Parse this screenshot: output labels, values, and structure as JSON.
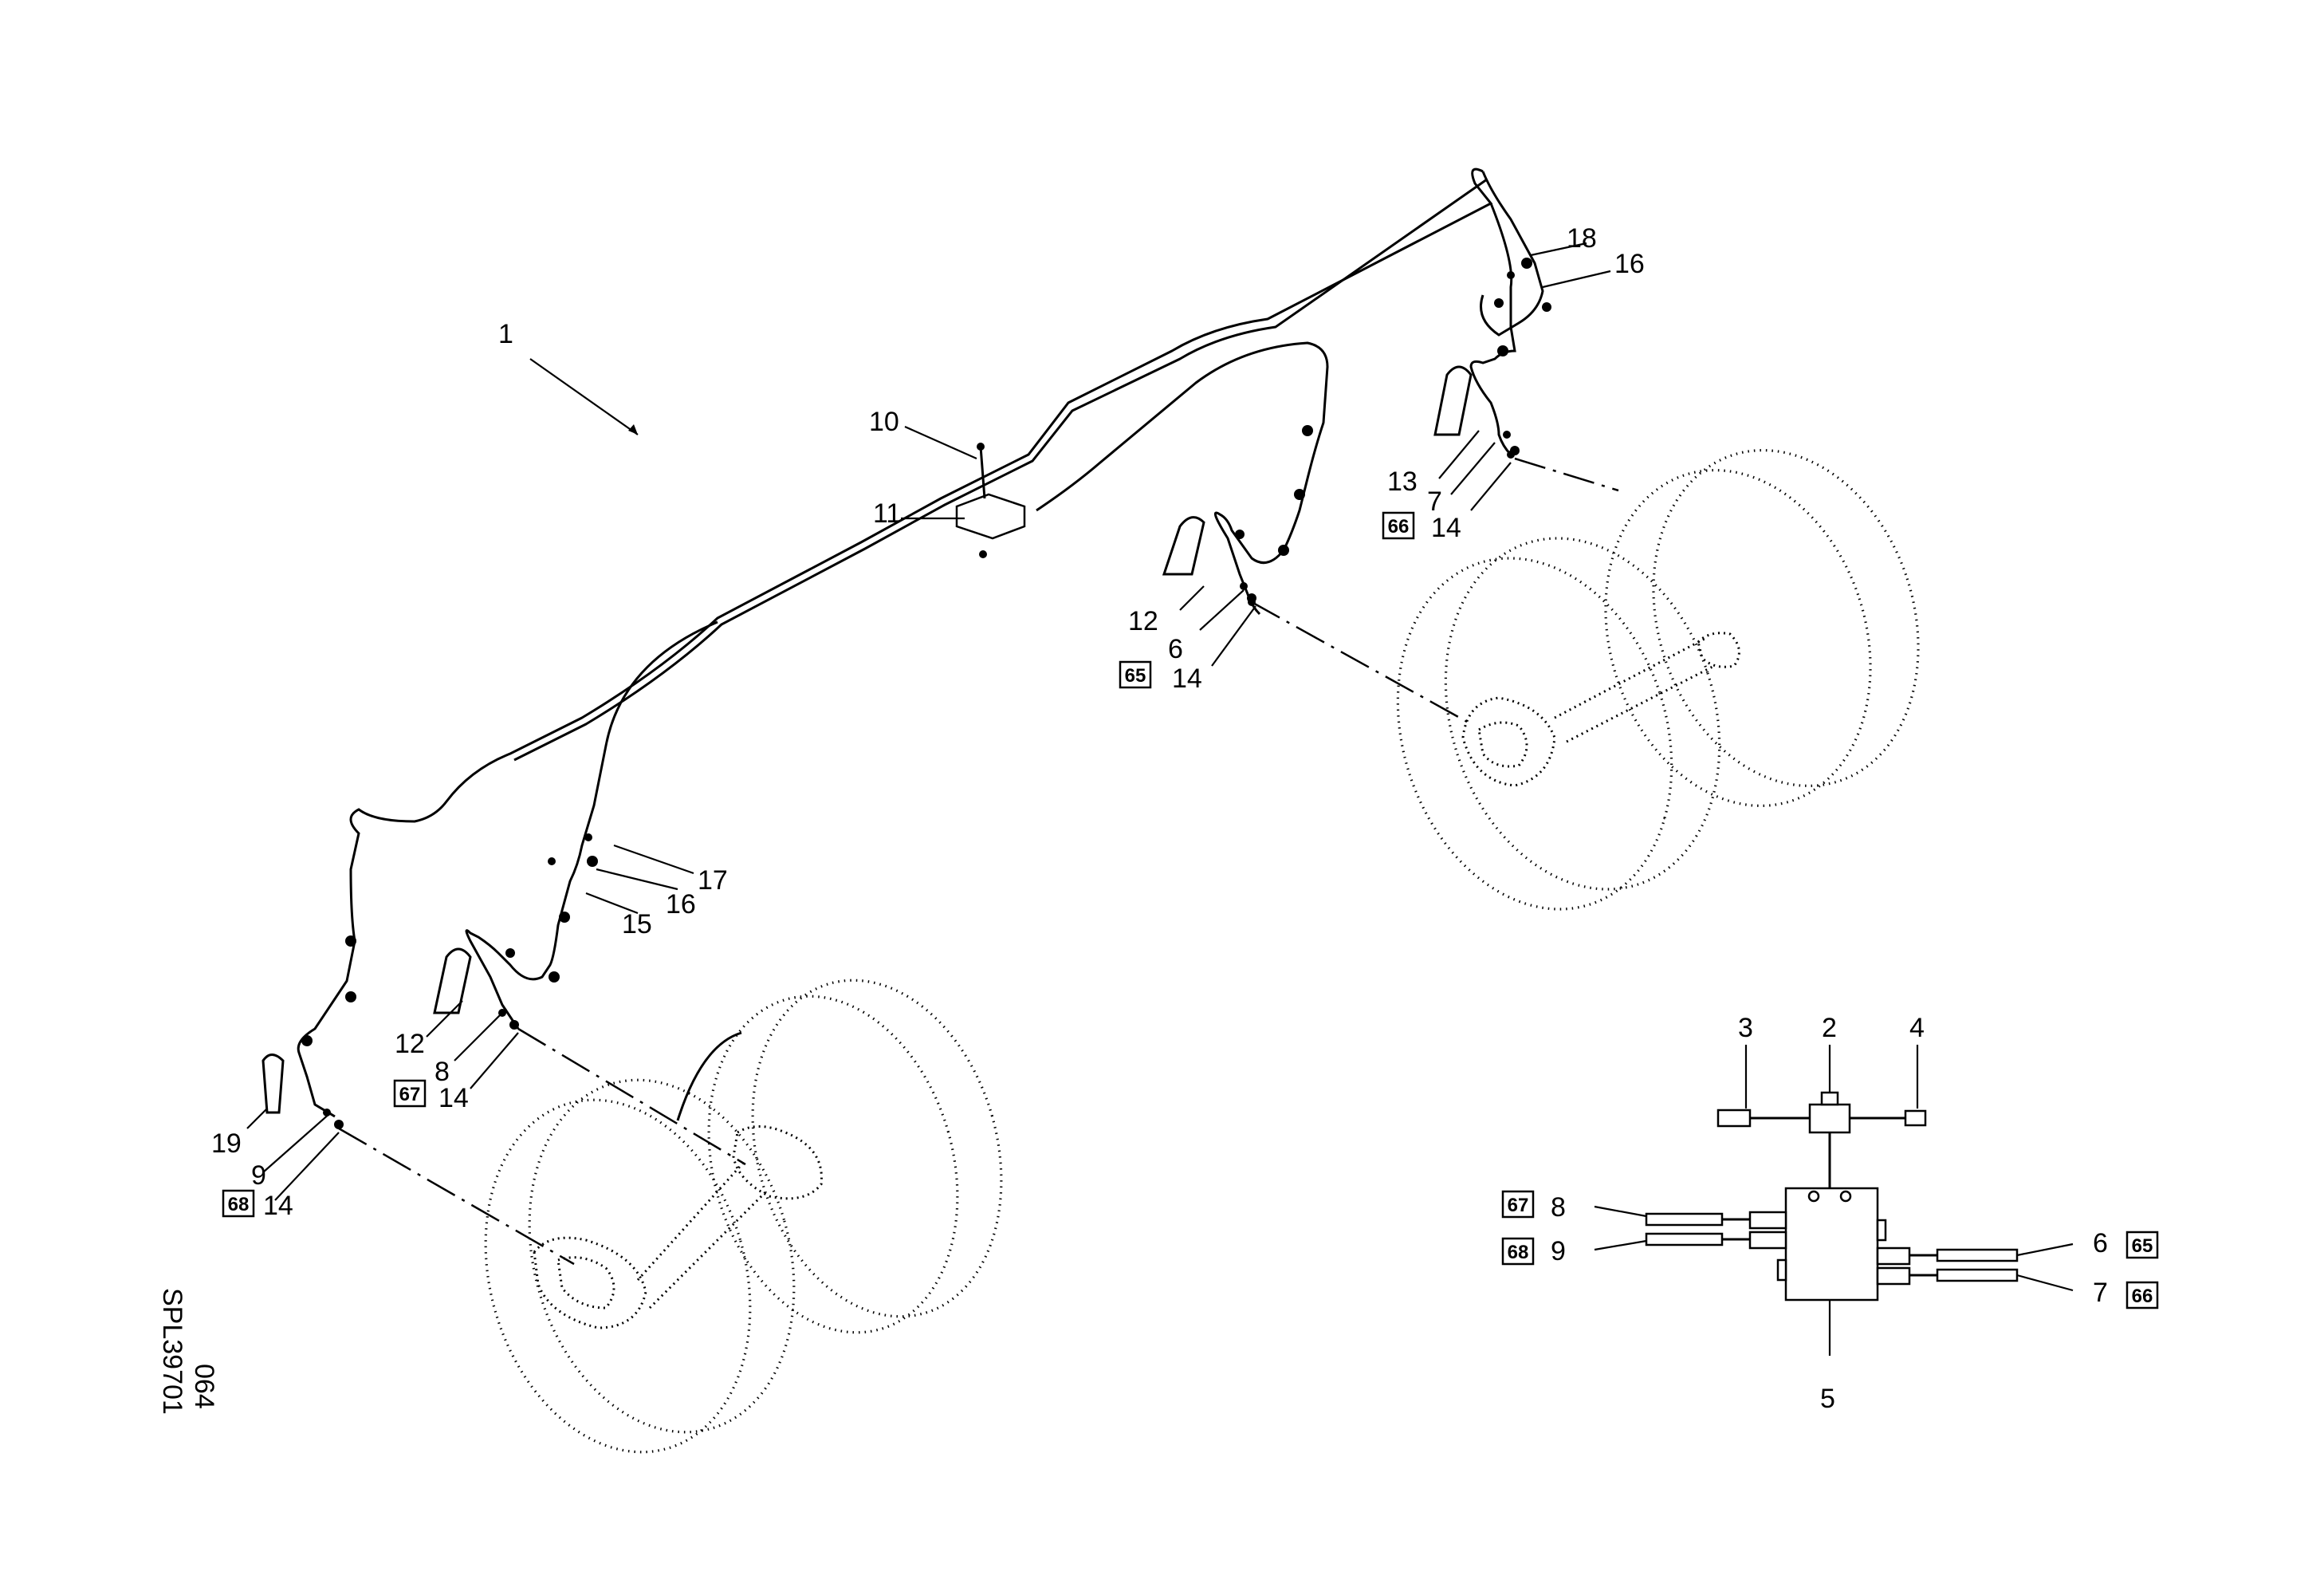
{
  "labels": {
    "l1": "1",
    "l2": "2",
    "l3": "3",
    "l4": "4",
    "l5": "5",
    "l6a": "6",
    "l6b": "6",
    "l7a": "7",
    "l7b": "7",
    "l8a": "8",
    "l8b": "8",
    "l9a": "9",
    "l9b": "9",
    "l10": "10",
    "l11": "11",
    "l12a": "12",
    "l12b": "12",
    "l13": "13",
    "l14a": "14",
    "l14b": "14",
    "l14c": "14",
    "l14d": "14",
    "l15": "15",
    "l16a": "16",
    "l16b": "16",
    "l17": "17",
    "l18": "18",
    "l19": "19"
  },
  "boxed": {
    "b65a": "65",
    "b65b": "65",
    "b66a": "66",
    "b66b": "66",
    "b67a": "67",
    "b67b": "67",
    "b68a": "68",
    "b68b": "68"
  },
  "drawing_code": {
    "line1": "SPL39701",
    "line2": "064"
  }
}
